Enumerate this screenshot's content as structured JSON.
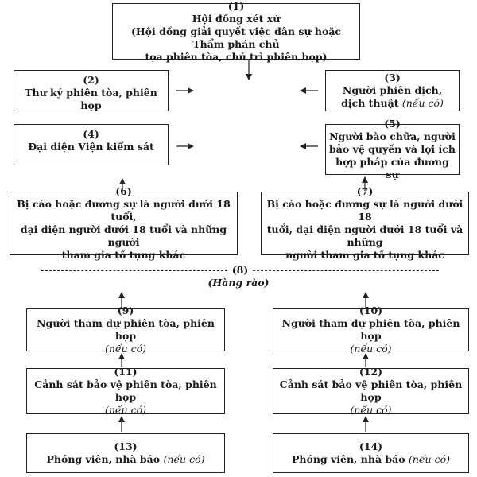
{
  "box1": {
    "num": "(1)",
    "line1": "Hội đồng xét xử",
    "line2": "(Hội đồng giải quyết việc dân sự hoặc Thẩm phán chủ",
    "line3": "tọa phiên tòa, chủ trì phiên họp)"
  },
  "box2": {
    "num": "(2)",
    "line1": "Thư ký phiên tòa, phiên họp"
  },
  "box3": {
    "num": "(3)",
    "line1": "Người phiên dịch,",
    "line2": "dịch thuật",
    "note": "(nếu có)"
  },
  "box4": {
    "num": "(4)",
    "line1": "Đại diện Viện kiểm sát"
  },
  "box5": {
    "num": "(5)",
    "line1": "Người bào chữa, người",
    "line2": "bảo vệ quyền và lợi ích",
    "line3": "hợp pháp của đương sự"
  },
  "box6": {
    "num": "(6)",
    "line1": "Bị cáo hoặc đương sự là người dưới 18 tuổi,",
    "line2": "đại diện người dưới 18 tuổi và những người",
    "line3": "tham gia tố tụng khác"
  },
  "box7": {
    "num": "(7)",
    "line1": "Bị cáo hoặc đương sự là người dưới 18",
    "line2": "tuổi, đại diện người dưới 18 tuổi và những",
    "line3": "người tham gia tố tụng khác"
  },
  "fence": {
    "num": "(8)",
    "label": "(Hàng rào)"
  },
  "box9": {
    "num": "(9)",
    "line1": "Người tham dự phiên tòa, phiên họp",
    "note": "(nếu có)"
  },
  "box10": {
    "num": "(10)",
    "line1": "Người tham dự phiên tòa, phiên họp",
    "note": "(nếu có)"
  },
  "box11": {
    "num": "(11)",
    "line1": "Cảnh sát bảo vệ phiên tòa, phiên họp",
    "note": "(nếu có)"
  },
  "box12": {
    "num": "(12)",
    "line1": "Cảnh sát bảo vệ phiên tòa, phiên họp",
    "note": "(nếu có)"
  },
  "box13": {
    "num": "(13)",
    "line1": "Phóng viên, nhà báo",
    "note": "(nếu có)"
  },
  "box14": {
    "num": "(14)",
    "line1": "Phóng viên, nhà báo",
    "note": "(nếu có)"
  }
}
